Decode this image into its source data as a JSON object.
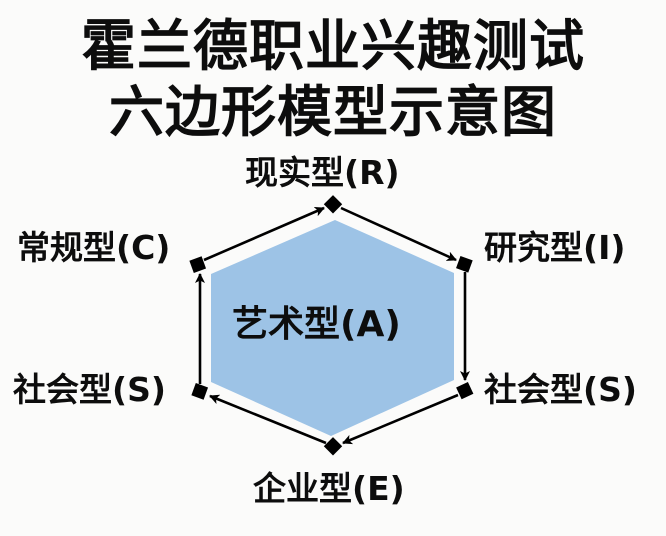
{
  "title": {
    "line1": "霍兰德职业兴趣测试",
    "line2": "六边形模型示意图"
  },
  "hexagon": {
    "fill_color": "#9DC3E6",
    "center_label": "艺术型(A)",
    "vertices": {
      "top": "现实型(R)",
      "right_top": "研究型(I)",
      "right_bottom": "社会型(S)",
      "bottom": "企业型(E)",
      "left_bottom": "社会型(S)",
      "left_top": "常规型(C)"
    },
    "arrows": [
      {
        "from": "常规型(C)",
        "to": "现实型(R)"
      },
      {
        "from": "现实型(R)",
        "to": "研究型(I)"
      },
      {
        "from": "研究型(I)",
        "to": "社会型(S)"
      },
      {
        "from": "社会型(S)",
        "to": "企业型(E)"
      },
      {
        "from": "企业型(E)",
        "to": "社会型(S)"
      },
      {
        "from": "社会型(S)",
        "to": "常规型(C)"
      }
    ],
    "arrow_color": "#000000",
    "vertex_marker": "black-diamond"
  }
}
